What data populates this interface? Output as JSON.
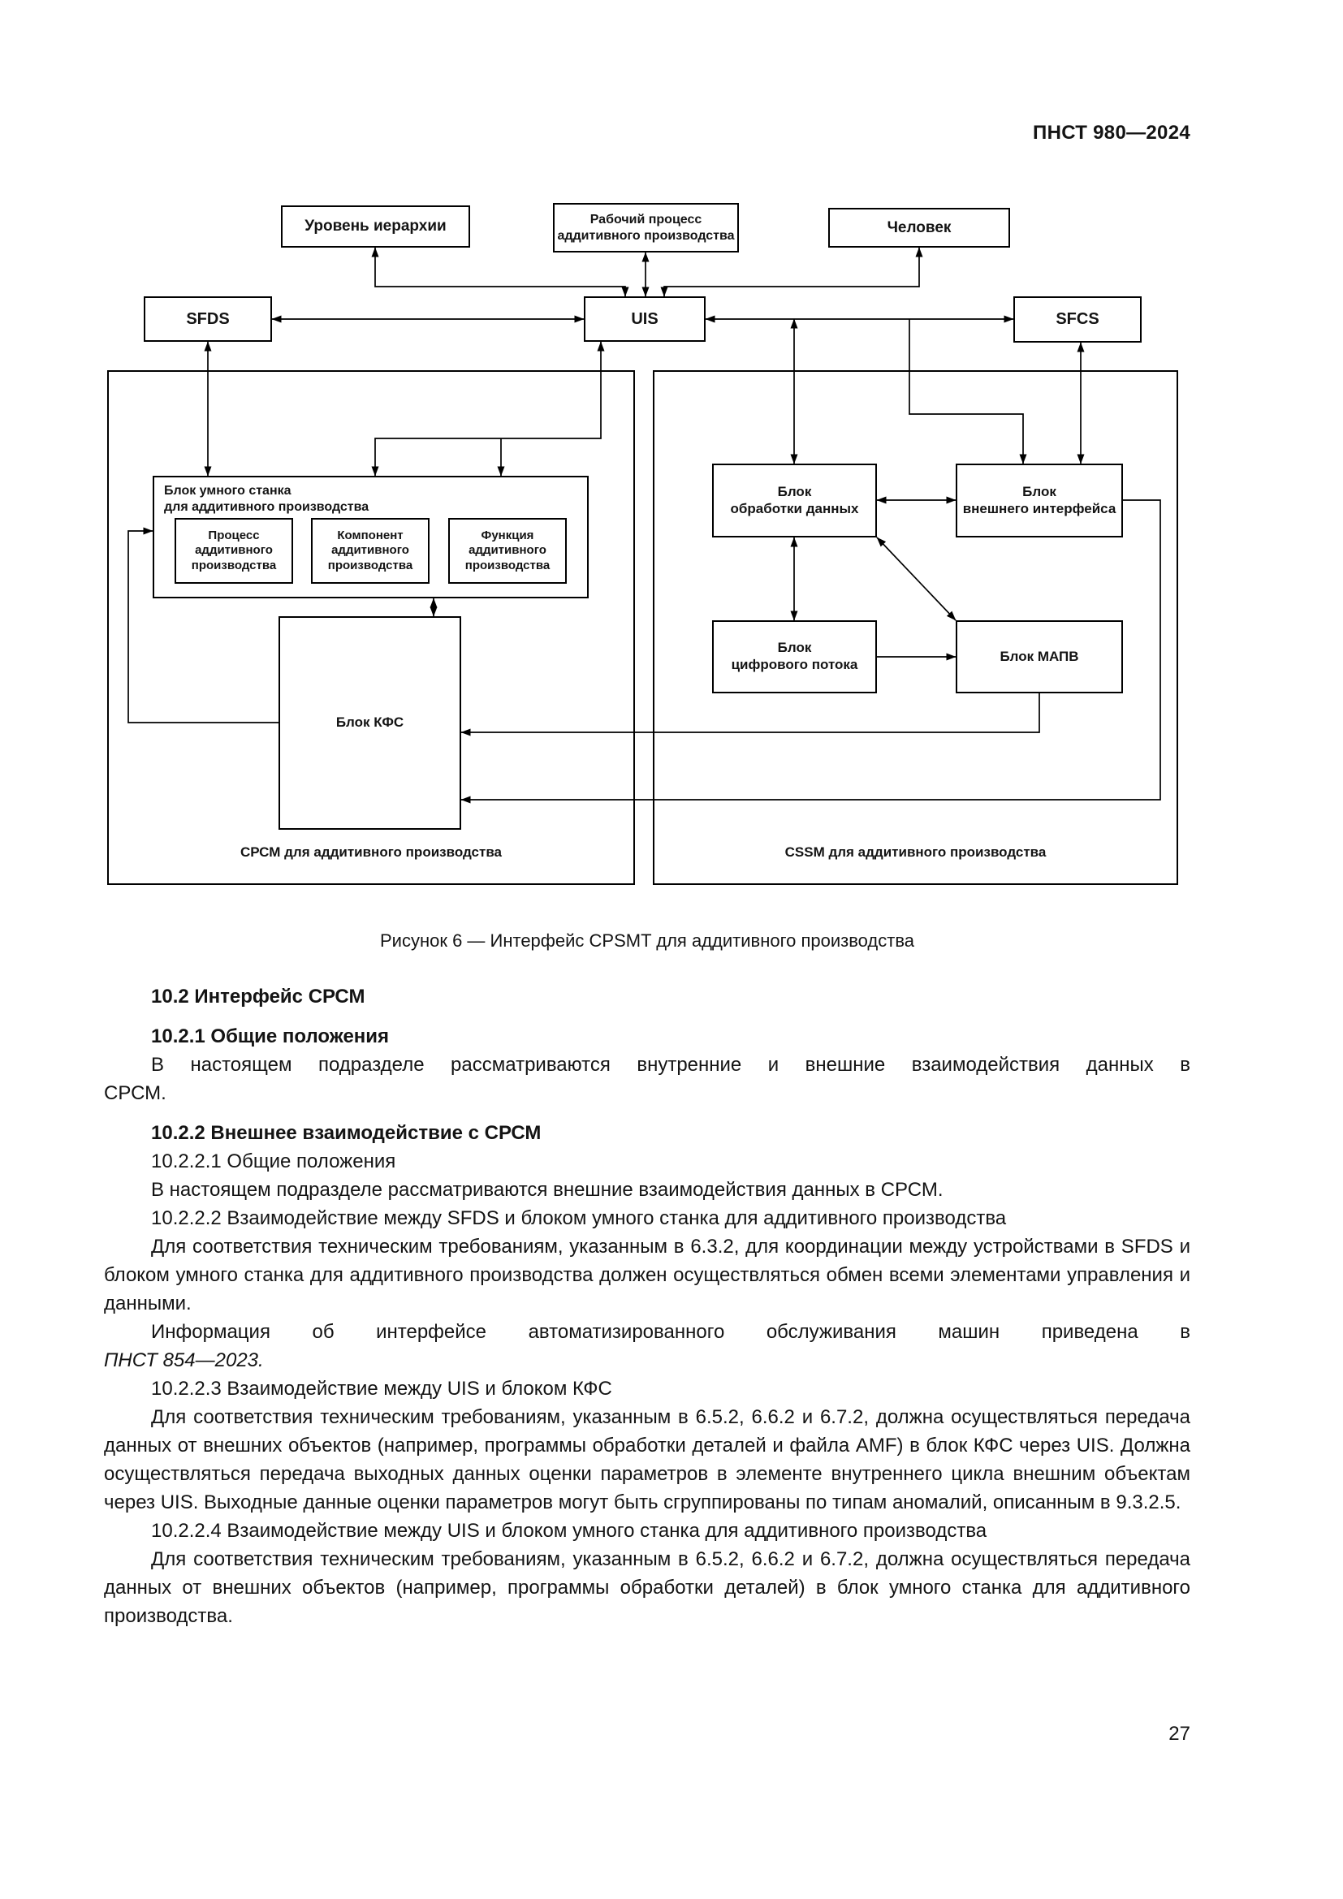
{
  "page": {
    "header": "ПНСТ 980—2024",
    "number": "27"
  },
  "figure": {
    "caption": "Рисунок 6 — Интерфейс CPSMT для аддитивного производства",
    "nodes": {
      "hierarchy": "Уровень иерархии",
      "work_process": "Рабочий процесс\nаддитивного производства",
      "human": "Человек",
      "sfds": "SFDS",
      "uis": "UIS",
      "sfcs": "SFCS",
      "smart_machine": "Блок умного станка\nдля аддитивного производства",
      "am_process": "Процесс\nаддитивного\nпроизводства",
      "am_component": "Компонент\nаддитивного\nпроизводства",
      "am_function": "Функция\nаддитивного\nпроизводства",
      "kfs": "Блок КФС",
      "data_processing": "Блок\nобработки данных",
      "external_interface": "Блок\nвнешнего интерфейса",
      "digital_flow": "Блок\nцифрового потока",
      "mapv": "Блок МАПВ",
      "srcm_caption": "СРСМ для аддитивного производства",
      "cssm_caption": "CSSM для аддитивного производства"
    }
  },
  "content": {
    "paragraphs": [
      {
        "text": "10.2 Интерфейс СРСМ"
      },
      {
        "text": "10.2.1 Общие положения"
      },
      {
        "text": "В настоящем подразделе рассматриваются внутренние и внешние взаимодействия данных в",
        "tail": "СРСМ."
      },
      {
        "text": "10.2.2 Внешнее взаимодействие с СРСМ"
      },
      {
        "text": "10.2.2.1 Общие положения"
      },
      {
        "text": "В настоящем подразделе рассматриваются внешние взаимодействия данных в СРСМ."
      },
      {
        "text": "10.2.2.2 Взаимодействие между SFDS и блоком умного станка для аддитивного производства"
      },
      {
        "text": "Для соответствия техническим требованиям, указанным в 6.3.2, для координации между устройствами в SFDS и блоком умного станка для аддитивного производства должен осуществляться обмен всеми элементами управления и данными."
      },
      {
        "text": "Информация об интерфейсе автоматизированного обслуживания машин приведена в",
        "tail": "ПНСТ 854—2023."
      },
      {
        "text": "10.2.2.3 Взаимодействие между UIS и блоком КФС"
      },
      {
        "text": "Для соответствия техническим требованиям, указанным в 6.5.2, 6.6.2 и 6.7.2, должна осуществляться передача данных от внешних объектов (например, программы обработки деталей и файла AMF) в блок КФС через UIS. Должна осуществляться передача выходных данных оценки параметров в элементе внутреннего цикла внешним объектам через UIS. Выходные данные оценки параметров могут быть сгруппированы по типам аномалий, описанным в 9.3.2.5."
      },
      {
        "text": "10.2.2.4 Взаимодействие между UIS и блоком умного станка для аддитивного производства"
      },
      {
        "text": "Для соответствия техническим требованиям, указанным в 6.5.2, 6.6.2 и 6.7.2, должна осуществляться передача данных от внешних объектов (например, программы обработки деталей) в блок умного станка для аддитивного производства."
      }
    ]
  }
}
